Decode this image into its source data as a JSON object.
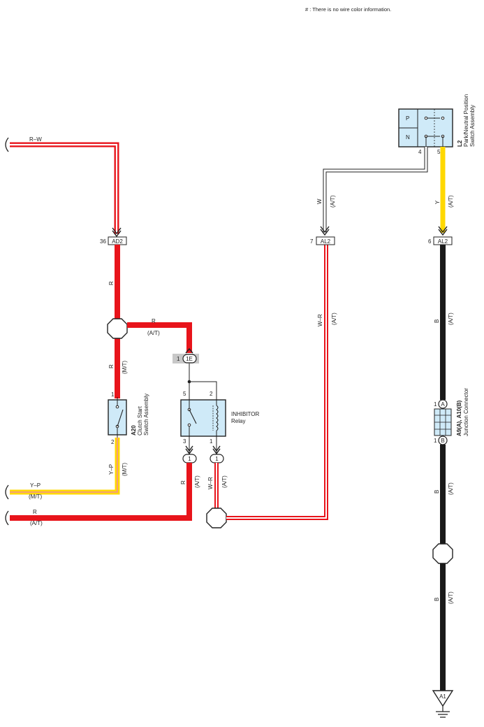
{
  "note": "# : There is no wire color information.",
  "wires": {
    "rw": "R–W",
    "r": "R",
    "r_at": "(A/T)",
    "r_mt": "(M/T)",
    "yp": "Y–P",
    "yp_mt": "(M/T)",
    "w": "W",
    "w_at": "(A/T)",
    "wr": "W–R",
    "wr_at": "(A/T)",
    "y": "Y",
    "y_at": "(A/T)",
    "b": "B",
    "b_at": "(A/T)"
  },
  "connectors": {
    "ad2": {
      "id": "AD2",
      "pin": "36"
    },
    "al2_w": {
      "id": "AL2",
      "pin": "7"
    },
    "al2_y": {
      "id": "AL2",
      "pin": "6"
    },
    "ie": {
      "id": "1E",
      "pin": "1"
    },
    "relay_pin5": "5",
    "relay_pin2": "2",
    "relay_pin3": "3",
    "relay_pin1": "1",
    "relay_conn_left": "1",
    "relay_conn_right": "1",
    "clutch_pin1": "1",
    "clutch_pin2": "2",
    "l2_pin4": "4",
    "l2_pin5": "5",
    "jc_pin_a": "1",
    "jc_pin_b": "1",
    "jc_a": "A",
    "jc_b": "B",
    "ground": "A1"
  },
  "components": {
    "l2": {
      "code": "L2",
      "name_line1": "Park/Neutral Position",
      "name_line2": "Switch Assembly",
      "pos_p": "P",
      "pos_n": "N"
    },
    "a20": {
      "code": "A20",
      "name_line1": "Clutch Start",
      "name_line2": "Switch Assembly"
    },
    "relay": {
      "name_line1": "INHIBITOR",
      "name_line2": "Relay"
    },
    "junction": {
      "code": "A9(A), A10(B)",
      "name": "Junction Connector"
    }
  },
  "colors": {
    "red": "#e8141b",
    "yellow": "#ffd800",
    "black": "#1a1a1a",
    "component_fill": "#cfeaf8"
  }
}
